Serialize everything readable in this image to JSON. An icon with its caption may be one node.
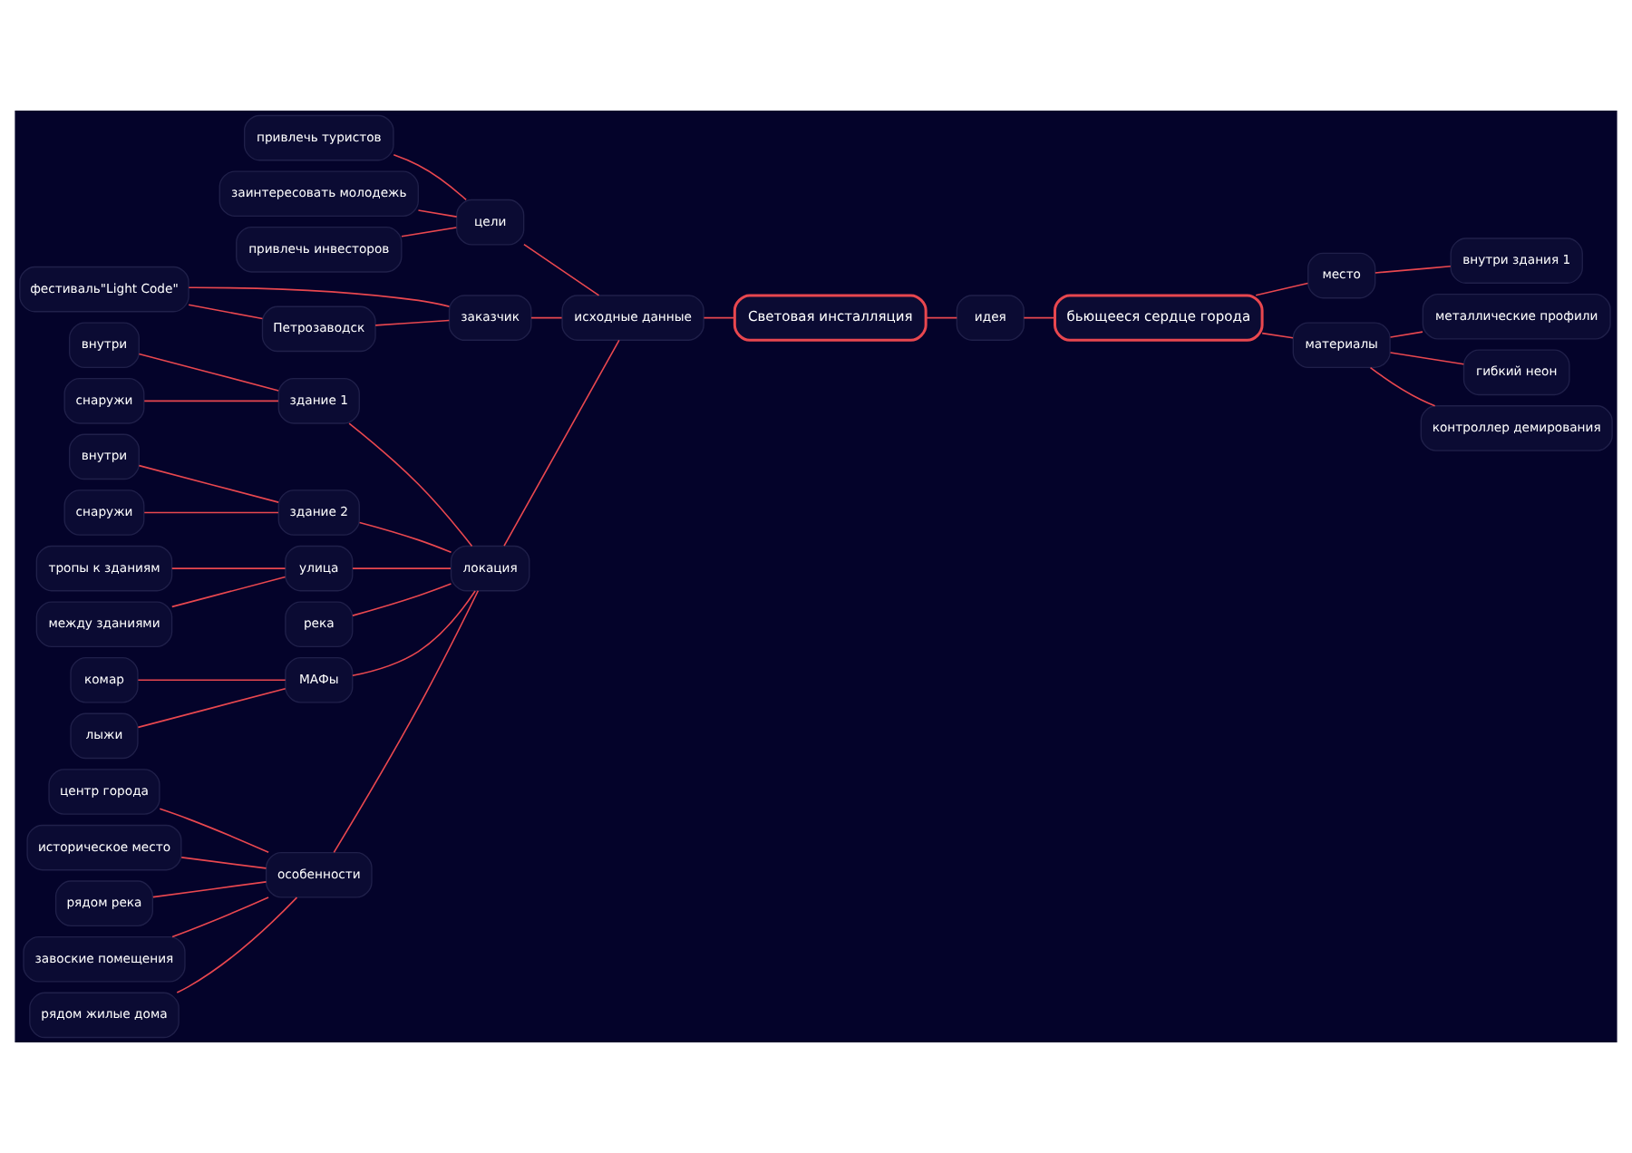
{
  "diagram": {
    "nodes": [
      {
        "text": [
          "Световая инсталляция"
        ]
      },
      {
        "text": [
          "исходные данные"
        ]
      },
      {
        "text": [
          "идея"
        ]
      },
      {
        "text": [
          "бьющееся сердце города"
        ]
      },
      {
        "text": [
          "место"
        ]
      },
      {
        "text": [
          "внутри здания 1"
        ]
      },
      {
        "text": [
          "материалы"
        ]
      },
      {
        "text": [
          "металлические профили"
        ]
      },
      {
        "text": [
          "гибкий неон"
        ]
      },
      {
        "text": [
          "контроллер демирования"
        ]
      },
      {
        "text": [
          "цели"
        ]
      },
      {
        "text": [
          "привлечь туристов"
        ]
      },
      {
        "text": [
          "заинтересовать молодежь"
        ]
      },
      {
        "text": [
          "привлечь инвесторов"
        ]
      },
      {
        "text": [
          "заказчик"
        ]
      },
      {
        "text": [
          "фестиваль\"Light Code\""
        ]
      },
      {
        "text": [
          "Петрозаводск"
        ]
      },
      {
        "text": [
          "локация"
        ]
      },
      {
        "text": [
          "здание 1"
        ]
      },
      {
        "text": [
          "внутри"
        ]
      },
      {
        "text": [
          "снаружи"
        ]
      },
      {
        "text": [
          "здание 2"
        ]
      },
      {
        "text": [
          "внутри"
        ]
      },
      {
        "text": [
          "снаружи"
        ]
      },
      {
        "text": [
          "улица"
        ]
      },
      {
        "text": [
          "тропы к зданиям"
        ]
      },
      {
        "text": [
          "между зданиями"
        ]
      },
      {
        "text": [
          "река"
        ]
      },
      {
        "text": [
          "МАФы"
        ]
      },
      {
        "text": [
          "комар"
        ]
      },
      {
        "text": [
          "лыжи"
        ]
      },
      {
        "text": [
          "особенности"
        ]
      },
      {
        "text": [
          "центр города"
        ]
      },
      {
        "text": [
          "историческое место"
        ]
      },
      {
        "text": [
          "рядом река"
        ]
      },
      {
        "text": [
          "завоские помещения"
        ]
      },
      {
        "text": [
          "рядом жилые дома"
        ]
      }
    ],
    "edges": [
      {
        "from": 1,
        "to": 0,
        "arrow": "none"
      },
      {
        "from": 0,
        "to": 2,
        "arrow": "none"
      },
      {
        "from": 2,
        "to": 3,
        "arrow": "none"
      },
      {
        "from": 3,
        "to": 4,
        "arrow": "none"
      },
      {
        "from": 4,
        "to": 5,
        "arrow": "none"
      },
      {
        "from": 3,
        "to": 6,
        "arrow": "none"
      },
      {
        "from": 6,
        "to": 7,
        "arrow": "none"
      },
      {
        "from": 6,
        "to": 8,
        "arrow": "none"
      },
      {
        "from": 6,
        "to": 9,
        "arrow": "none"
      },
      {
        "from": 10,
        "to": 1,
        "arrow": "none"
      },
      {
        "from": 11,
        "to": 10,
        "arrow": "none"
      },
      {
        "from": 12,
        "to": 10,
        "arrow": "none"
      },
      {
        "from": 13,
        "to": 10,
        "arrow": "none"
      },
      {
        "from": 14,
        "to": 1,
        "arrow": "none"
      },
      {
        "from": 15,
        "to": 14,
        "arrow": "none"
      },
      {
        "from": 16,
        "to": 14,
        "arrow": "none"
      },
      {
        "from": 15,
        "to": 16,
        "arrow": "none"
      },
      {
        "from": 17,
        "to": 1,
        "arrow": "none"
      },
      {
        "from": 18,
        "to": 17,
        "arrow": "none"
      },
      {
        "from": 19,
        "to": 18,
        "arrow": "none"
      },
      {
        "from": 20,
        "to": 18,
        "arrow": "none"
      },
      {
        "from": 21,
        "to": 17,
        "arrow": "none"
      },
      {
        "from": 22,
        "to": 21,
        "arrow": "none"
      },
      {
        "from": 23,
        "to": 21,
        "arrow": "none"
      },
      {
        "from": 24,
        "to": 17,
        "arrow": "none"
      },
      {
        "from": 25,
        "to": 24,
        "arrow": "none"
      },
      {
        "from": 26,
        "to": 24,
        "arrow": "none"
      },
      {
        "from": 27,
        "to": 17,
        "arrow": "none"
      },
      {
        "from": 28,
        "to": 17,
        "arrow": "none"
      },
      {
        "from": 29,
        "to": 28,
        "arrow": "none"
      },
      {
        "from": 30,
        "to": 28,
        "arrow": "none"
      },
      {
        "from": 31,
        "to": 17,
        "arrow": "none"
      },
      {
        "from": 32,
        "to": 31,
        "arrow": "none"
      },
      {
        "from": 33,
        "to": 31,
        "arrow": "none"
      },
      {
        "from": 34,
        "to": 31,
        "arrow": "none"
      },
      {
        "from": 35,
        "to": 31,
        "arrow": "none"
      },
      {
        "from": 36,
        "to": 31,
        "arrow": "none"
      }
    ]
  }
}
